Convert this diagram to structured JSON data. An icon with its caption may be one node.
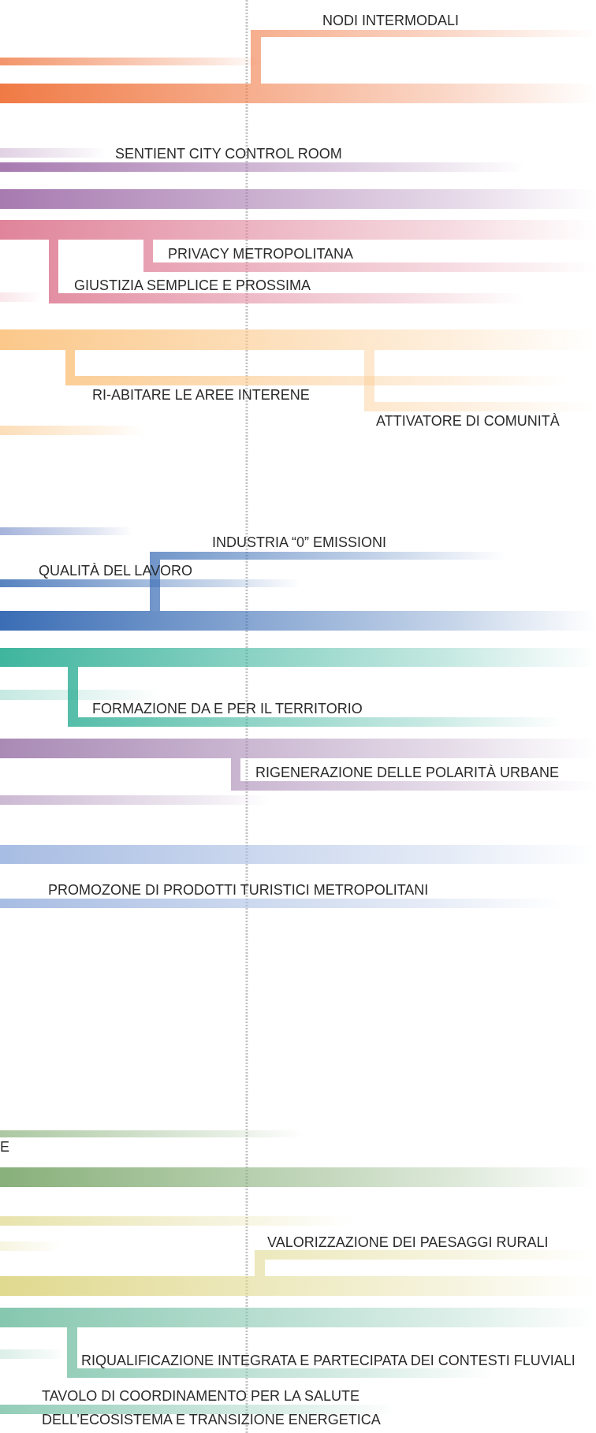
{
  "diagram": {
    "labels": [
      "NODI INTERMODALI",
      "SENTIENT CITY CONTROL ROOM",
      "PRIVACY METROPOLITANA",
      "GIUSTIZIA SEMPLICE E PROSSIMA",
      "RI-ABITARE LE AREE INTERENE",
      "ATTIVATORE DI COMUNITÀ",
      "INDUSTRIA “0” EMISSIONI",
      "QUALITÀ DEL LAVORO",
      "FORMAZIONE DA E PER IL TERRITORIO",
      "RIGENERAZIONE DELLE POLARITÀ URBANE",
      "PROMOZONE DI PRODOTTI TURISTICI METROPOLITANI",
      "E",
      "VALORIZZAZIONE DEI PAESAGGI RURALI",
      "RIQUALIFICAZIONE INTEGRATA E PARTECIPATA DEI CONTESTI FLUVIALI",
      "TAVOLO DI COORDINAMENTO PER LA SALUTE DELL’ECOSISTEMA E TRANSIZIONE ENERGETICA"
    ]
  }
}
